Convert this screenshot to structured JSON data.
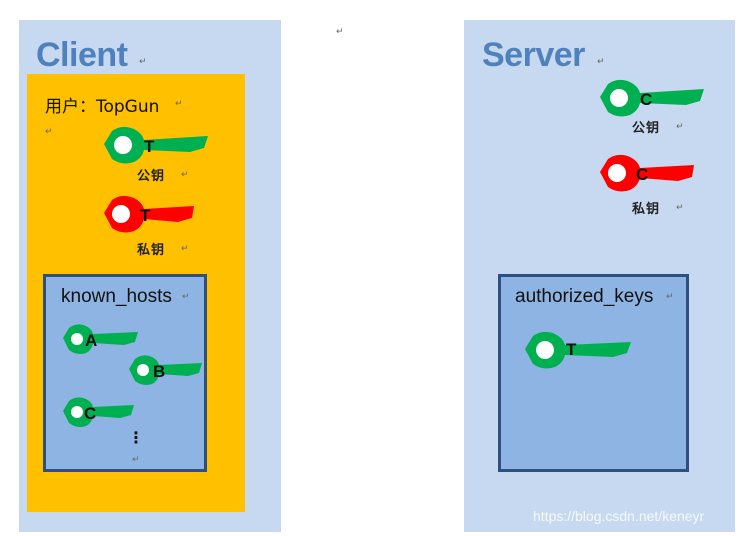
{
  "client": {
    "title": "Client",
    "user_label": "用户：TopGun",
    "public_key": {
      "letter": "T",
      "caption": "公钥",
      "color": "#00b050"
    },
    "private_key": {
      "letter": "T",
      "caption": "私钥",
      "color": "#ff0000"
    },
    "known_hosts": {
      "label": "known_hosts",
      "keys": [
        {
          "letter": "A",
          "color": "#00b050"
        },
        {
          "letter": "B",
          "color": "#00b050"
        },
        {
          "letter": "C",
          "color": "#00b050"
        }
      ],
      "more": "⋮"
    }
  },
  "server": {
    "title": "Server",
    "public_key": {
      "letter": "C",
      "caption": "公钥",
      "color": "#00b050"
    },
    "private_key": {
      "letter": "C",
      "caption": "私钥",
      "color": "#ff0000"
    },
    "authorized_keys": {
      "label": "authorized_keys",
      "keys": [
        {
          "letter": "T",
          "color": "#00b050"
        }
      ]
    }
  },
  "paragraph_mark": "↵",
  "watermark": "https://blog.csdn.net/keneyr",
  "colors": {
    "panel": "#c6d9f1",
    "user_box": "#ffc000",
    "inner_box": "#8eb4e3",
    "inner_border": "#2f4f7f",
    "title": "#4f81bd"
  }
}
